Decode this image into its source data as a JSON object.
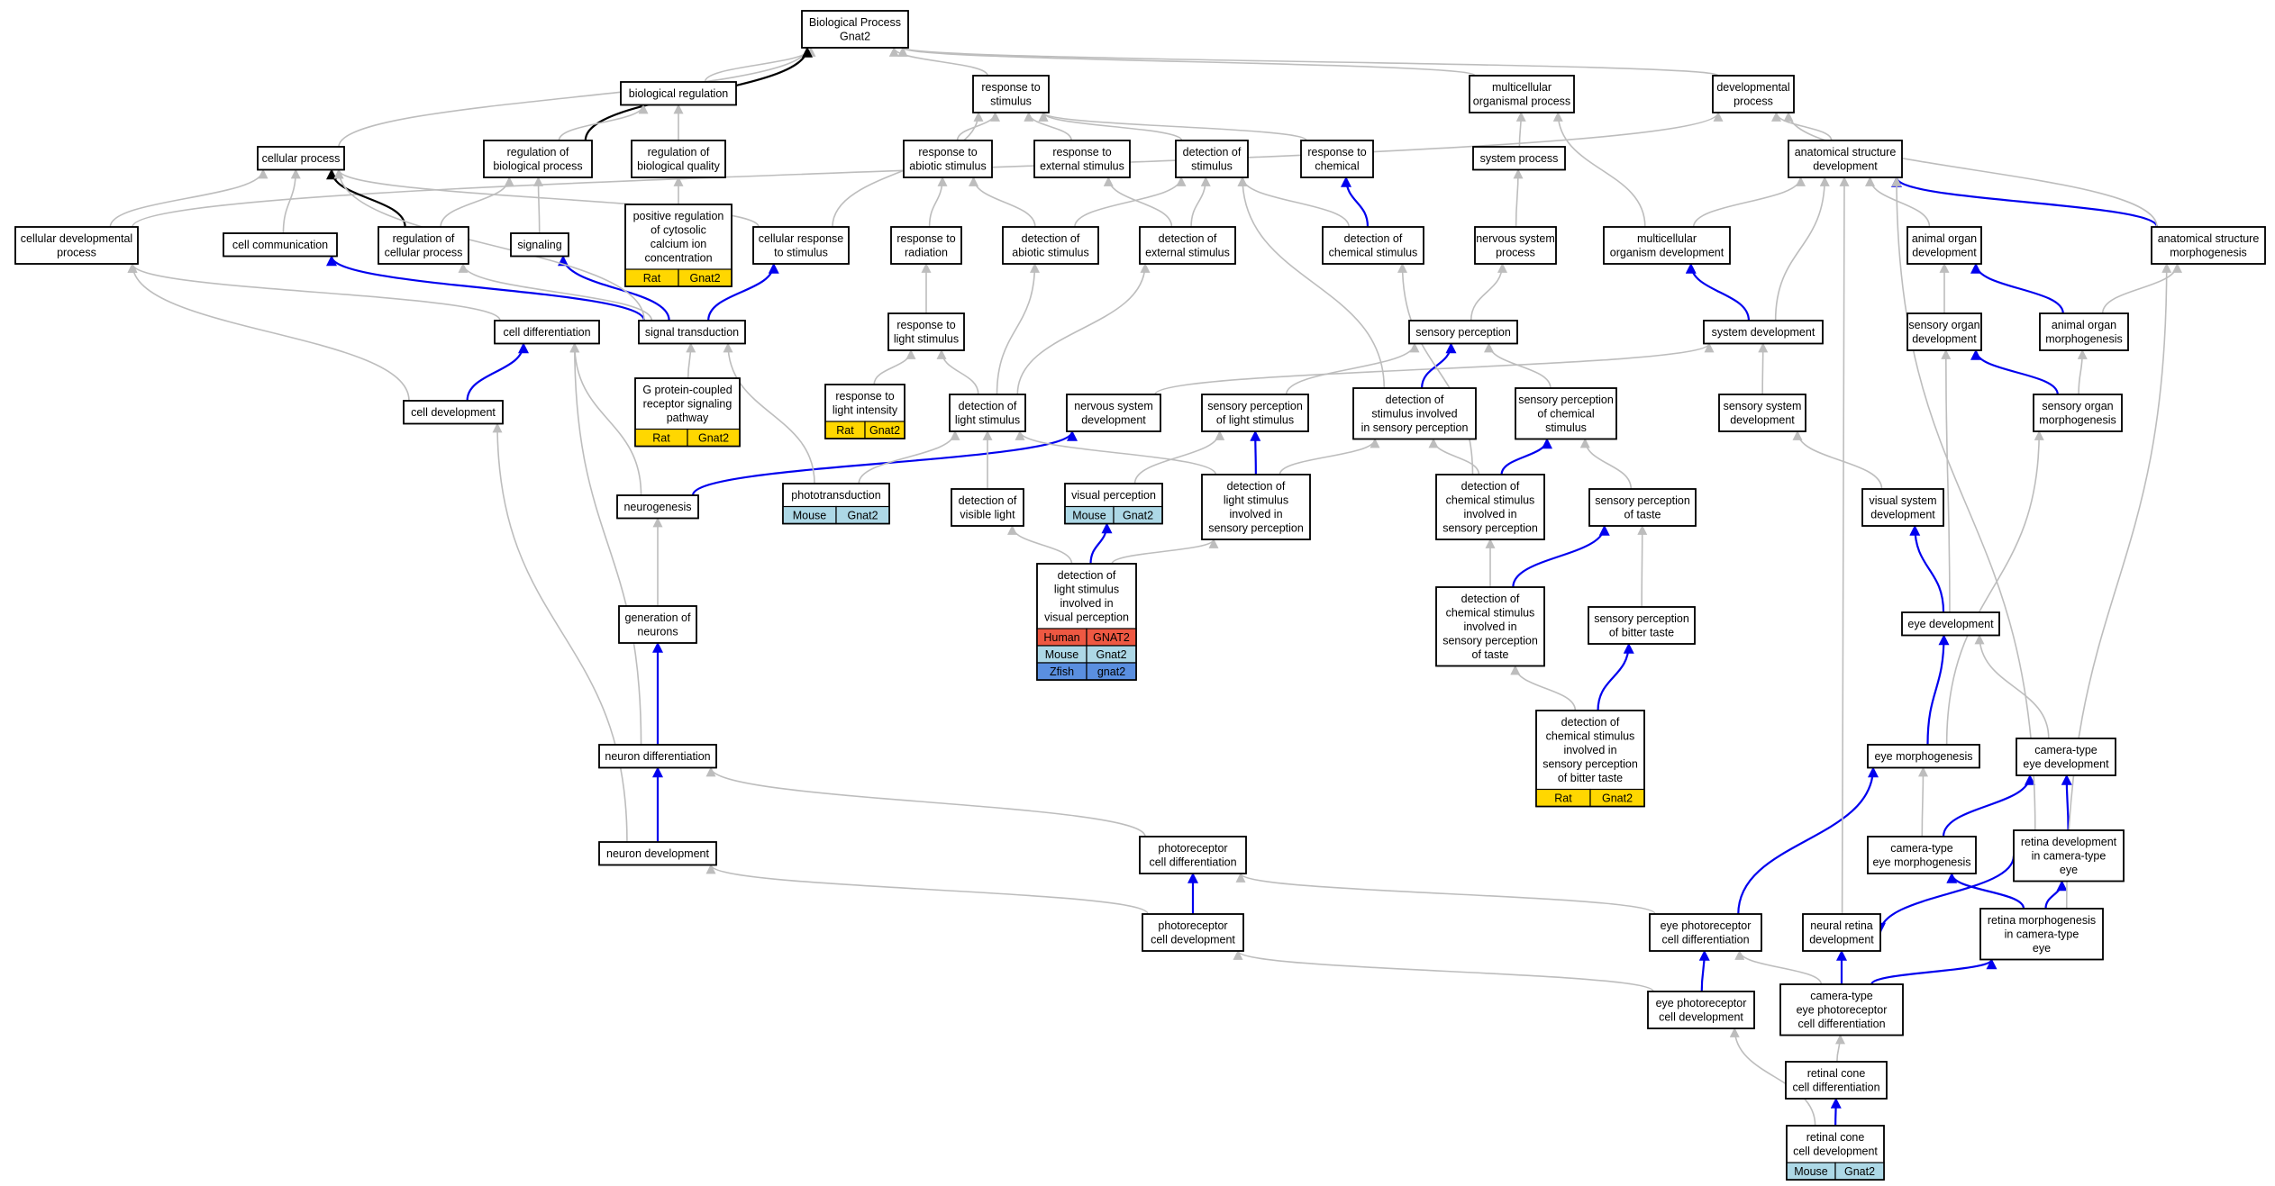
{
  "graph": {
    "colors": {
      "grey_edge": "#bdbdbd",
      "blue_edge": "#0000ee",
      "black_edge": "#000000",
      "rat": "#ffd700",
      "mouse": "#add8e6",
      "human": "#ee5842",
      "zfish": "#5a8fe0"
    },
    "nodes": {
      "bp": [
        "Biological Process",
        "Gnat2"
      ],
      "bioreg": [
        "biological regulation"
      ],
      "resp_stim": [
        "response to",
        "stimulus"
      ],
      "multi_org": [
        "multicellular",
        "organismal process"
      ],
      "dev_proc": [
        "developmental",
        "process"
      ],
      "cell_proc": [
        "cellular process"
      ],
      "reg_bp": [
        "regulation of",
        "biological process"
      ],
      "reg_bq": [
        "regulation of",
        "biological quality"
      ],
      "resp_abiotic": [
        "response to",
        "abiotic stimulus"
      ],
      "resp_ext": [
        "response to",
        "external stimulus"
      ],
      "det_stim": [
        "detection of",
        "stimulus"
      ],
      "resp_chem": [
        "response to",
        "chemical"
      ],
      "sys_proc": [
        "system process"
      ],
      "anat_dev": [
        "anatomical structure",
        "development"
      ],
      "cell_dev_proc": [
        "cellular developmental",
        "process"
      ],
      "cell_comm": [
        "cell communication"
      ],
      "reg_cp": [
        "regulation of",
        "cellular process"
      ],
      "signaling": [
        "signaling"
      ],
      "pos_reg": [
        "positive regulation",
        "of cytosolic",
        "calcium ion",
        "concentration"
      ],
      "cell_resp": [
        "cellular response",
        "to stimulus"
      ],
      "resp_rad": [
        "response to",
        "radiation"
      ],
      "det_abiotic": [
        "detection of",
        "abiotic stimulus"
      ],
      "det_ext": [
        "detection of",
        "external stimulus"
      ],
      "det_chem": [
        "detection of",
        "chemical stimulus"
      ],
      "ns_proc": [
        "nervous system",
        "process"
      ],
      "multi_org_dev": [
        "multicellular",
        "organism development"
      ],
      "animal_organ_dev": [
        "animal organ",
        "development"
      ],
      "anat_morph": [
        "anatomical structure",
        "morphogenesis"
      ],
      "cell_diff": [
        "cell differentiation"
      ],
      "sig_trans": [
        "signal transduction"
      ],
      "resp_light": [
        "response to",
        "light stimulus"
      ],
      "sens_perc": [
        "sensory perception"
      ],
      "sys_dev": [
        "system development"
      ],
      "sens_organ_dev": [
        "sensory organ",
        "development"
      ],
      "animal_organ_morph": [
        "animal organ",
        "morphogenesis"
      ],
      "cell_development": [
        "cell development"
      ],
      "gpcr": [
        "G protein-coupled",
        "receptor signaling",
        "pathway"
      ],
      "resp_light_int": [
        "response to",
        "light intensity"
      ],
      "det_light": [
        "detection of",
        "light stimulus"
      ],
      "ns_dev": [
        "nervous system",
        "development"
      ],
      "sp_light": [
        "sensory perception",
        "of light stimulus"
      ],
      "det_stim_sp": [
        "detection of",
        "stimulus involved",
        "in sensory perception"
      ],
      "sp_chem": [
        "sensory perception",
        "of chemical",
        "stimulus"
      ],
      "sens_sys_dev": [
        "sensory system",
        "development"
      ],
      "sens_organ_morph": [
        "sensory organ",
        "morphogenesis"
      ],
      "neurogenesis": [
        "neurogenesis"
      ],
      "phototrans": [
        "phototransduction"
      ],
      "det_vis_light": [
        "detection of",
        "visible light"
      ],
      "vis_perc": [
        "visual perception"
      ],
      "det_light_sp": [
        "detection of",
        "light stimulus",
        "involved in",
        "sensory perception"
      ],
      "det_chem_sp": [
        "detection of",
        "chemical stimulus",
        "involved in",
        "sensory perception"
      ],
      "sp_taste": [
        "sensory perception",
        "of taste"
      ],
      "vis_sys_dev": [
        "visual system",
        "development"
      ],
      "det_light_vp": [
        "detection of",
        "light stimulus",
        "involved in",
        "visual perception"
      ],
      "gen_neurons": [
        "generation of",
        "neurons"
      ],
      "det_chem_taste": [
        "detection of",
        "chemical stimulus",
        "involved in",
        "sensory perception",
        "of taste"
      ],
      "sp_bitter": [
        "sensory perception",
        "of bitter taste"
      ],
      "eye_dev": [
        "eye development"
      ],
      "det_bitter": [
        "detection of",
        "chemical stimulus",
        "involved in",
        "sensory perception",
        "of bitter taste"
      ],
      "neuron_diff": [
        "neuron differentiation"
      ],
      "eye_morph": [
        "eye morphogenesis"
      ],
      "cam_eye_dev": [
        "camera-type",
        "eye development"
      ],
      "neuron_dev": [
        "neuron development"
      ],
      "photo_diff": [
        "photoreceptor",
        "cell differentiation"
      ],
      "cam_eye_morph": [
        "camera-type",
        "eye morphogenesis"
      ],
      "retina_dev": [
        "retina development",
        "in camera-type",
        "eye"
      ],
      "photo_dev": [
        "photoreceptor",
        "cell development"
      ],
      "eye_photo_diff": [
        "eye photoreceptor",
        "cell differentiation"
      ],
      "neural_retina": [
        "neural retina",
        "development"
      ],
      "retina_morph": [
        "retina morphogenesis",
        "in camera-type",
        "eye"
      ],
      "eye_photo_dev": [
        "eye photoreceptor",
        "cell development"
      ],
      "cam_photo_diff": [
        "camera-type",
        "eye photoreceptor",
        "cell differentiation"
      ],
      "ret_cone_diff": [
        "retinal cone",
        "cell differentiation"
      ],
      "ret_cone_dev": [
        "retinal cone",
        "cell development"
      ]
    },
    "annotations": {
      "pos_reg": [
        [
          "Rat",
          "Gnat2"
        ]
      ],
      "gpcr": [
        [
          "Rat",
          "Gnat2"
        ]
      ],
      "resp_light_int": [
        [
          "Rat",
          "Gnat2"
        ]
      ],
      "phototrans": [
        [
          "Mouse",
          "Gnat2"
        ]
      ],
      "vis_perc": [
        [
          "Mouse",
          "Gnat2"
        ]
      ],
      "det_light_vp": [
        [
          "Human",
          "GNAT2"
        ],
        [
          "Mouse",
          "Gnat2"
        ],
        [
          "Zfish",
          "gnat2"
        ]
      ],
      "det_bitter": [
        [
          "Rat",
          "Gnat2"
        ]
      ],
      "ret_cone_dev": [
        [
          "Mouse",
          "Gnat2"
        ]
      ]
    }
  }
}
